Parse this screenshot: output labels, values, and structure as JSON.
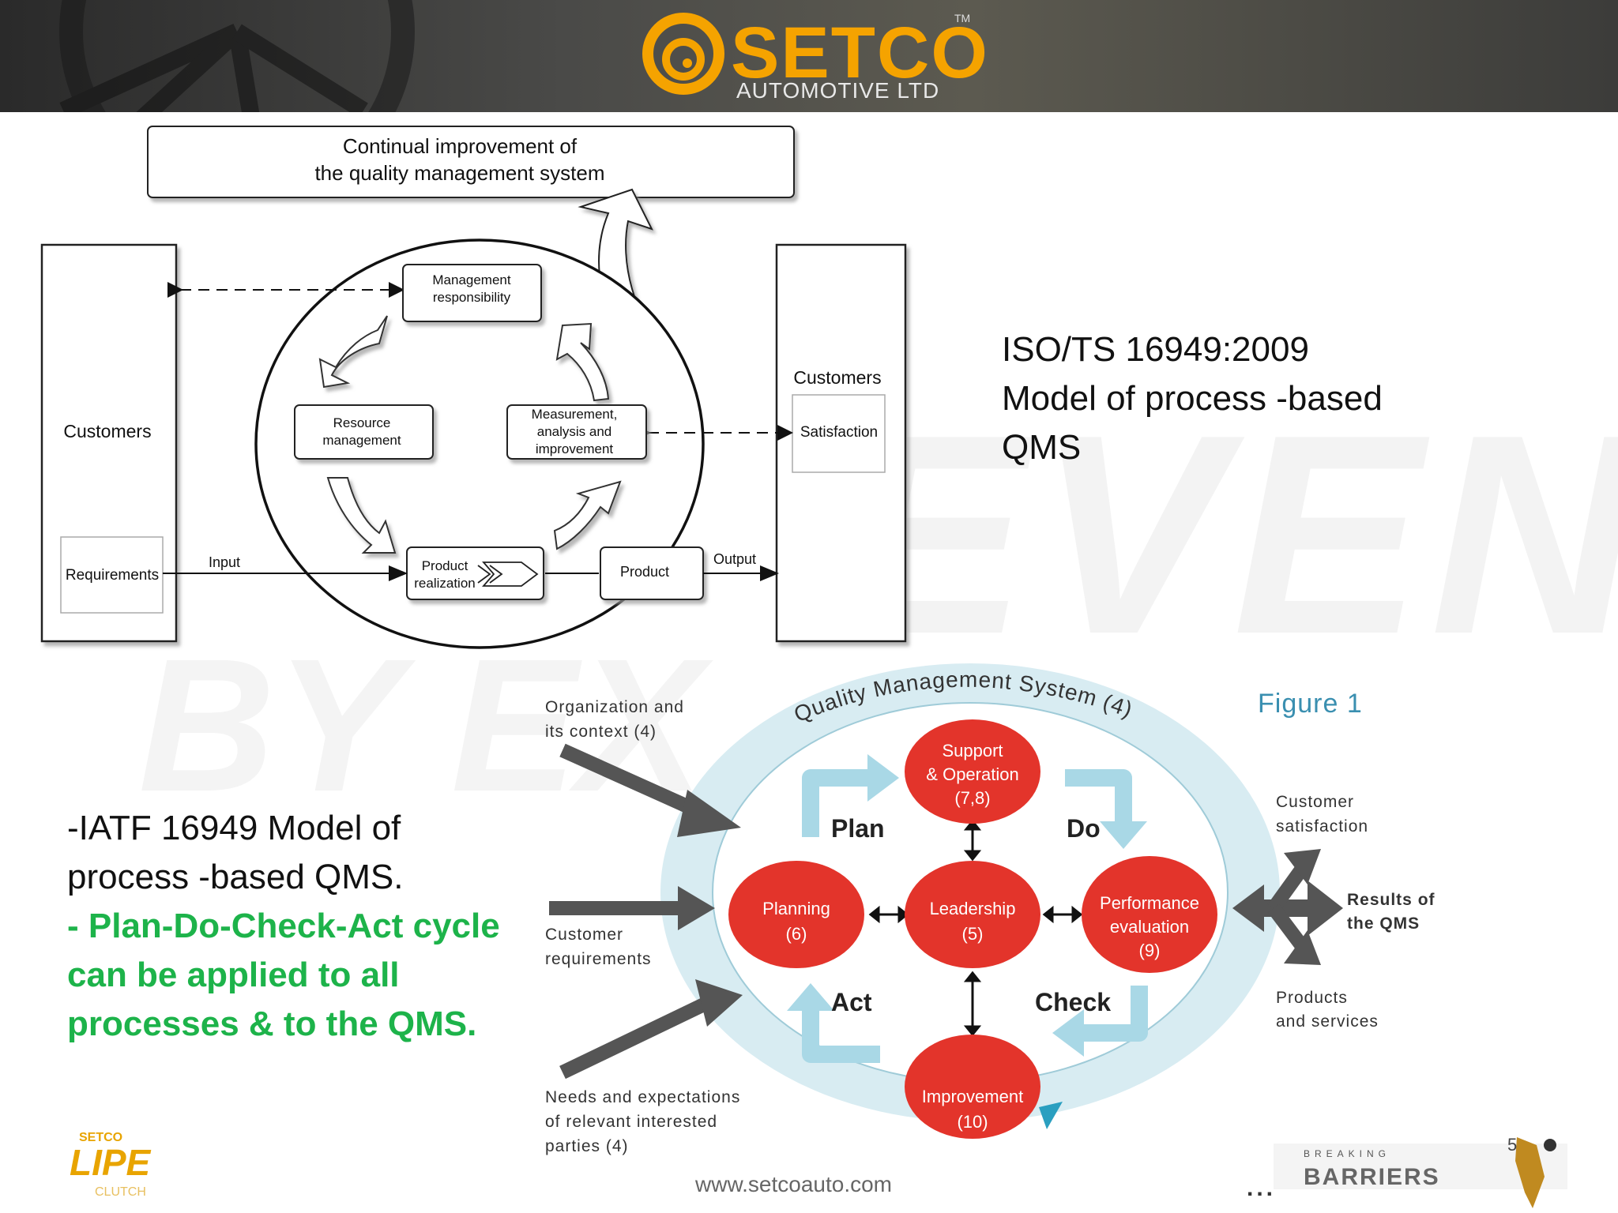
{
  "brand": {
    "name": "SETCO",
    "tm": "TM",
    "subtitle": "AUTOMOTIVE LTD",
    "colors": {
      "orange": "#f5a300",
      "header_dark": "#3a3a38"
    }
  },
  "watermark": {
    "line1": "EVEN",
    "line2": "BY EX"
  },
  "top_diagram": {
    "continual_box": [
      "Continual improvement of",
      "the quality management system"
    ],
    "left_column": {
      "title": "Customers",
      "sub": "Requirements"
    },
    "right_column": {
      "title": "Customers",
      "sub": "Satisfaction"
    },
    "management": [
      "Management",
      "responsibility"
    ],
    "resource": [
      "Resource",
      "management"
    ],
    "measurement": [
      "Measurement,",
      "analysis and",
      "improvement"
    ],
    "product_realization": [
      "Product",
      "realization"
    ],
    "product": "Product",
    "input": "Input",
    "output": "Output"
  },
  "right_title": [
    "ISO/TS 16949:2009",
    "Model of process -based",
    "QMS"
  ],
  "left_text": {
    "black": [
      "-IATF 16949 Model of",
      "process -based QMS."
    ],
    "green": [
      "- Plan-Do-Check-Act cycle",
      "can be applied to all",
      "processes & to the QMS."
    ],
    "green_color": "#1db34a"
  },
  "bottom_diagram": {
    "ring_label": "Quality Management System (4)",
    "figure_label": "Figure 1",
    "org_context": [
      "Organization and",
      "its context (4)"
    ],
    "customer_requirements": [
      "Customer",
      "requirements"
    ],
    "needs": [
      "Needs and expectations",
      "of relevant interested",
      "parties (4)"
    ],
    "customer_satisfaction": [
      "Customer",
      "satisfaction"
    ],
    "results": [
      "Results of",
      "the QMS"
    ],
    "products": [
      "Products",
      "and services"
    ],
    "support": [
      "Support",
      "& Operation",
      "(7,8)"
    ],
    "planning": [
      "Planning",
      "(6)"
    ],
    "leadership": [
      "Leadership",
      "(5)"
    ],
    "performance": [
      "Performance",
      "evaluation",
      "(9)"
    ],
    "improvement": [
      "Improvement",
      "(10)"
    ],
    "plan": "Plan",
    "do": "Do",
    "check": "Check",
    "act": "Act",
    "node_color": "#e3342b",
    "ring_color": "#cfe7ee"
  },
  "footer": {
    "url": "www.setcoauto.com",
    "page": "5",
    "logo_top": "SETCO",
    "logo_main": "LIPE",
    "logo_sub": "CLUTCH",
    "barriers_small": "BREAKING",
    "barriers": "BARRIERS",
    "dots": "..."
  }
}
